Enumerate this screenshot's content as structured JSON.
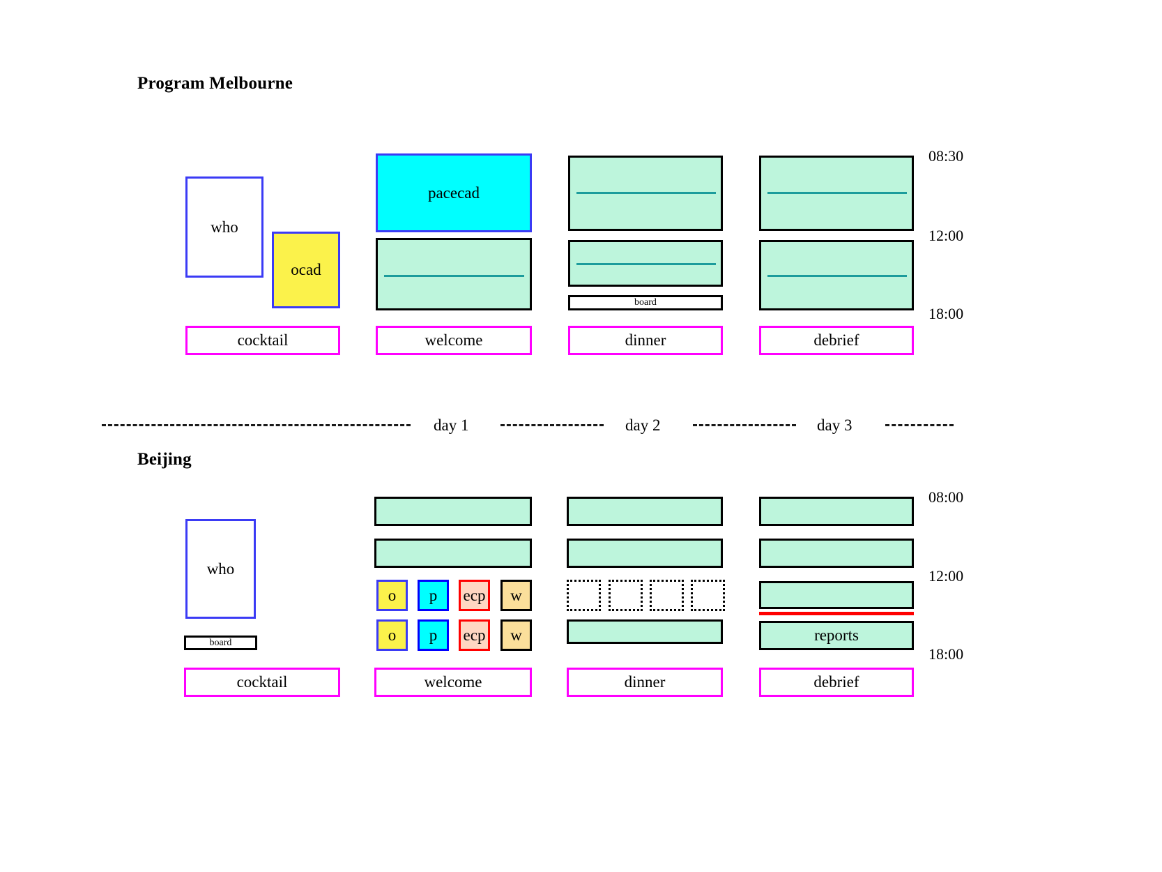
{
  "page": {
    "title": "Program Melbourne",
    "section2_title": "Beijing",
    "background": "#ffffff"
  },
  "colors": {
    "teal_fill": "#bdf5dc",
    "teal_line": "#1c9c9c",
    "cyan_fill": "#00ffff",
    "blue_border": "#3b3bf5",
    "yellow_fill": "#fbf24b",
    "magenta_border": "#ff00ff",
    "peach_fill": "#ffd6c2",
    "red_border": "#ff0000",
    "tan_fill": "#fbdf9b",
    "black": "#000000"
  },
  "melbourne": {
    "title": "Program Melbourne",
    "time_labels": [
      "08:30",
      "12:00",
      "18:00"
    ],
    "day0": {
      "who": "who",
      "ocad": "ocad",
      "footer": "cocktail"
    },
    "day1": {
      "pacecad": "pacecad",
      "footer": "welcome"
    },
    "day2": {
      "board": "board",
      "footer": "dinner"
    },
    "day3": {
      "footer": "debrief"
    }
  },
  "divider": {
    "labels": [
      "day 1",
      "day 2",
      "day 3"
    ]
  },
  "beijing": {
    "title": "Beijing",
    "time_labels": [
      "08:00",
      "12:00",
      "18:00"
    ],
    "day0": {
      "who": "who",
      "board": "board",
      "footer": "cocktail"
    },
    "day1": {
      "chips_row1": [
        "o",
        "p",
        "ecp",
        "w"
      ],
      "chips_row2": [
        "o",
        "p",
        "ecp",
        "w"
      ],
      "footer": "welcome"
    },
    "day2": {
      "placeholders": [
        "",
        "",
        "",
        ""
      ],
      "footer": "dinner"
    },
    "day3": {
      "reports": "reports",
      "footer": "debrief"
    }
  }
}
